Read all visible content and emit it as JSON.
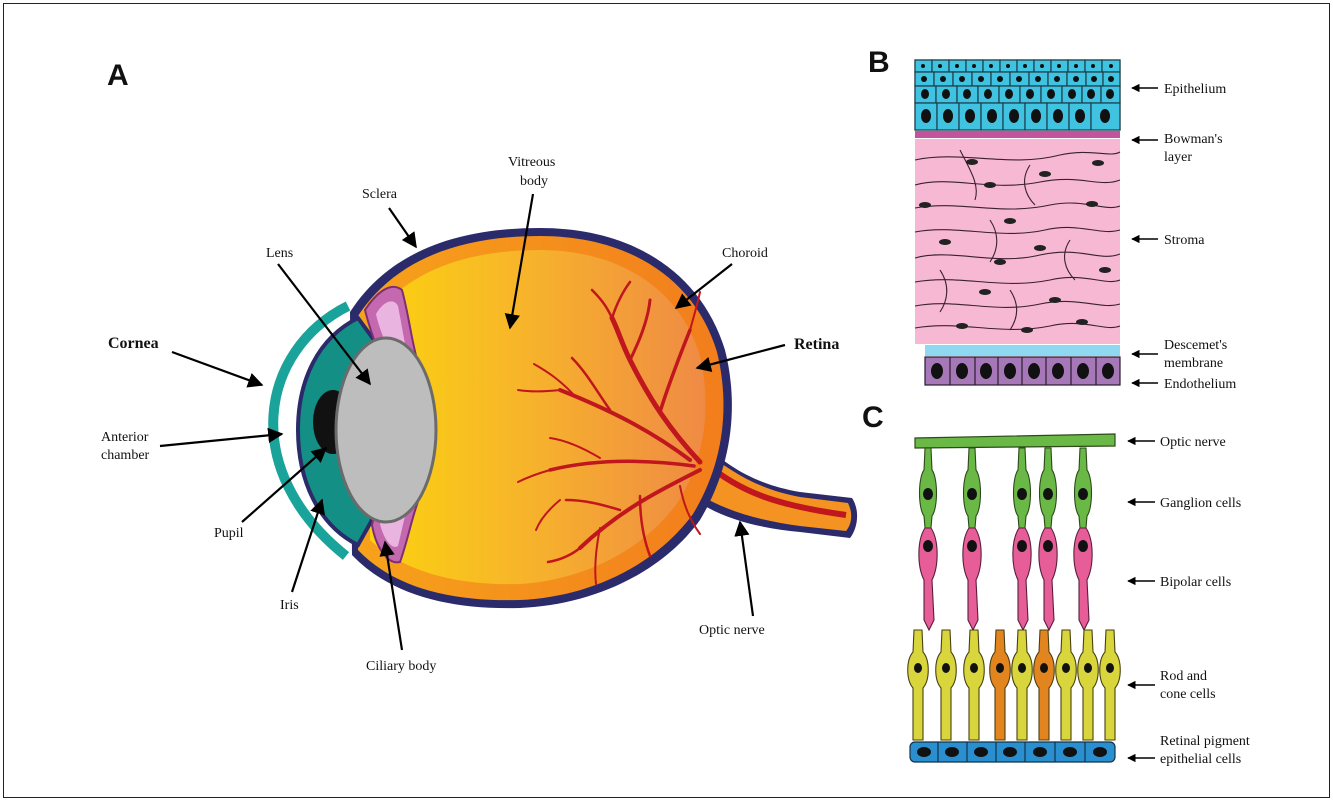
{
  "panels": {
    "a": "A",
    "b": "B",
    "c": "C"
  },
  "eye_labels": {
    "cornea": "Cornea",
    "anterior_1": "Anterior",
    "anterior_2": "chamber",
    "pupil": "Pupil",
    "iris": "Iris",
    "lens": "Lens",
    "sclera": "Sclera",
    "vitreous_1": "Vitreous",
    "vitreous_2": "body",
    "choroid": "Choroid",
    "retina": "Retina",
    "ciliary": "Ciliary body",
    "optic_nerve": "Optic nerve"
  },
  "cornea_layers": {
    "epithelium": "Epithelium",
    "bowman_1": "Bowman's",
    "bowman_2": "layer",
    "stroma": "Stroma",
    "descemet_1": "Descemet's",
    "descemet_2": "membrane",
    "endothelium": "Endothelium"
  },
  "retina_layers": {
    "optic_nerve": "Optic nerve",
    "ganglion": "Ganglion cells",
    "bipolar": "Bipolar cells",
    "rod_cone_1": "Rod and",
    "rod_cone_2": "cone cells",
    "rpe_1": "Retinal pigment",
    "rpe_2": "epithelial cells"
  },
  "colors": {
    "sclera": "#2b2a6b",
    "cornea": "#1aa39a",
    "iris": "#138f86",
    "lens": "#bdbdbd",
    "ciliary": "#c468b0",
    "vitreous_inner": "#f9c817",
    "vitreous_outer": "#f08a3a",
    "vessels": "#c0161e",
    "epithelium_cells": "#3fc3e0",
    "bowman": "#c2549d",
    "stroma": "#f6b8d2",
    "descemet": "#8fd8f2",
    "endothelium": "#a678b8",
    "ganglion": "#6ab846",
    "bipolar": "#e65d98",
    "rods": "#d8d63c",
    "cones": "#e3851f",
    "rpe": "#2a8fcf"
  }
}
